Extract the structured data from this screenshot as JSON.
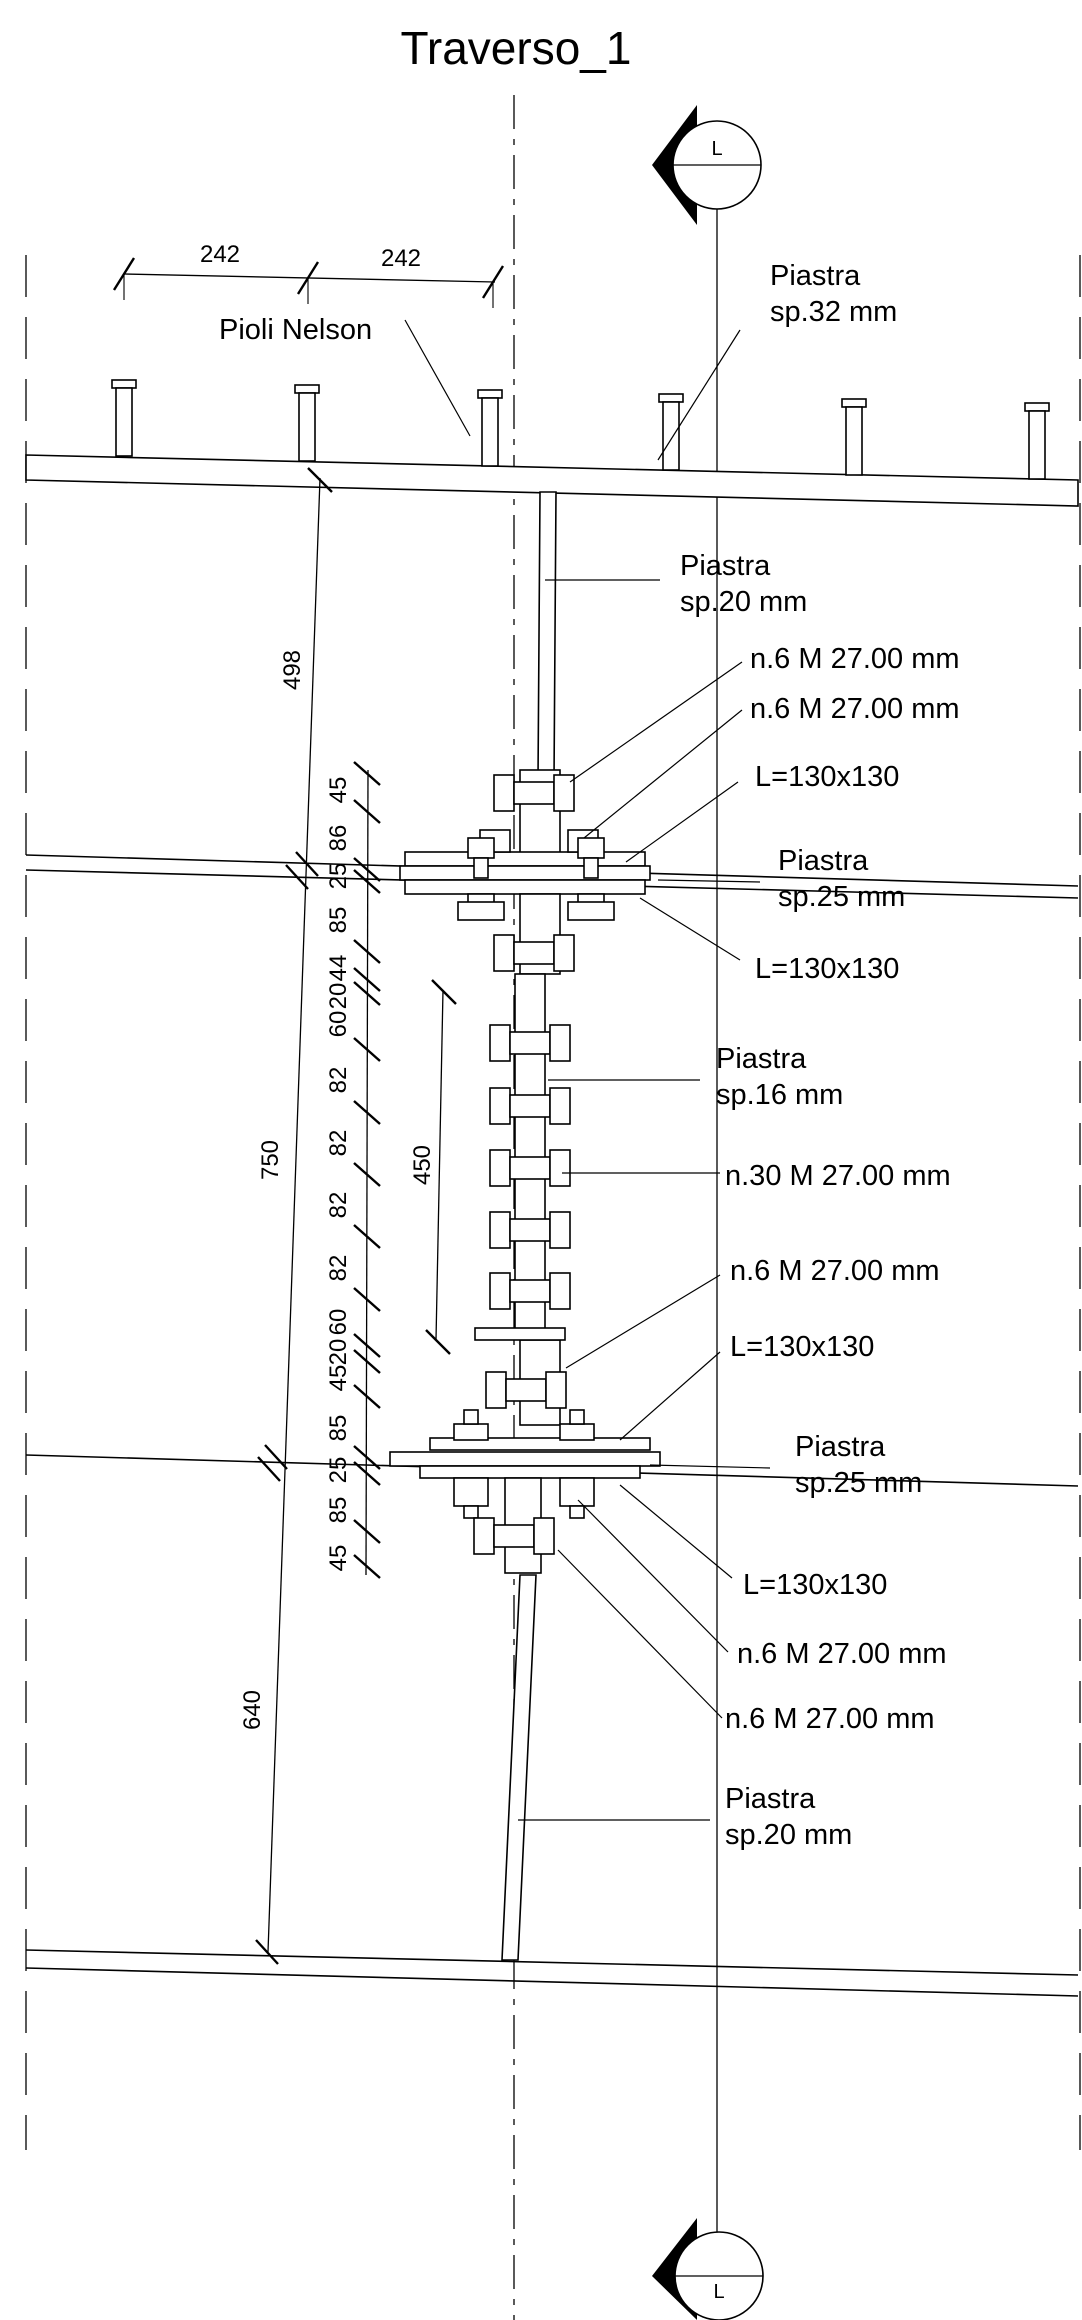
{
  "title": "Traverso_1",
  "section_marks": {
    "top": "L",
    "bottom": "L"
  },
  "stud_spacing": [
    "242",
    "242"
  ],
  "labels": {
    "pioli": "Pioli Nelson",
    "piastra": "Piastra",
    "p32": "sp.32 mm",
    "p20": "sp.20 mm",
    "p25": "sp.25 mm",
    "p16": "sp.16 mm",
    "bolts6": "n.6 M 27.00 mm",
    "bolts30": "n.30 M 27.00 mm",
    "angle": "L=130x130"
  },
  "dims": {
    "d498": "498",
    "d750": "750",
    "d640": "640",
    "d450": "450",
    "chain": [
      "45",
      "86",
      "25",
      "85",
      "44",
      "20",
      "60",
      "82",
      "82",
      "82",
      "82",
      "60",
      "20",
      "45",
      "85",
      "25",
      "85",
      "45"
    ]
  }
}
